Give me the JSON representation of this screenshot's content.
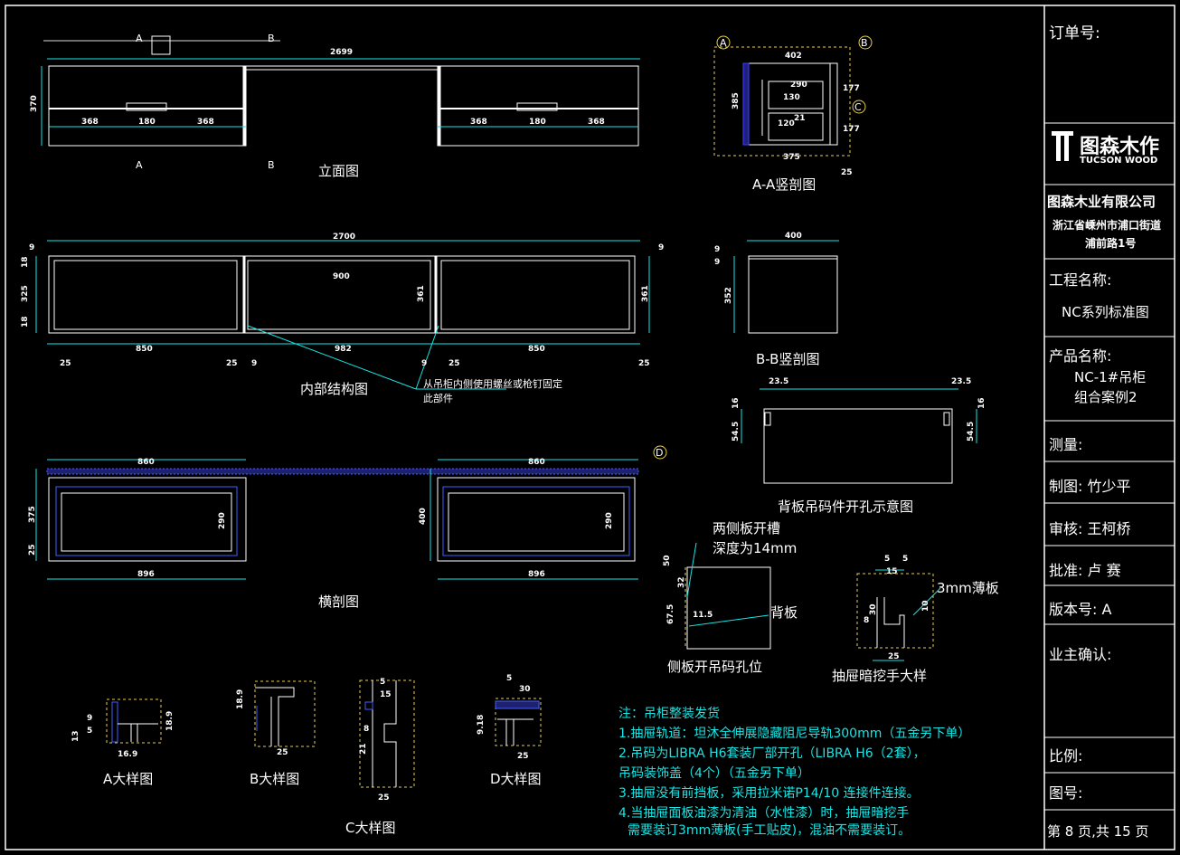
{
  "views": {
    "elevation": "立面图",
    "section_aa": "A-A竖剖图",
    "internal": "内部结构图",
    "section_bb": "B-B竖剖图",
    "hanger_holes": "背板吊码件开孔示意图",
    "cross": "横剖图",
    "side_holes": "侧板开吊码孔位",
    "handle_detail": "抽屉暗挖手大样",
    "detail_a": "A大样图",
    "detail_b": "B大样图",
    "detail_c": "C大样图",
    "detail_d": "D大样图"
  },
  "annotations": {
    "screw_note_1": "从吊柜内侧使用螺丝或枪钉固定",
    "screw_note_2": "此部件",
    "groove_1": "两侧板开槽",
    "groove_2": "深度为14mm",
    "back_panel": "背板",
    "thin_board": "3mm薄板",
    "sec_a": "A",
    "sec_b": "B",
    "sec_c": "C",
    "sec_d": "D"
  },
  "dims": {
    "e_total": "2699",
    "e_h": "370",
    "e_368a": "368",
    "e_180a": "180",
    "e_368b": "368",
    "e_368c": "368",
    "e_180b": "180",
    "e_368d": "368",
    "aa_w": "402",
    "aa_h": "385",
    "aa_290": "290",
    "aa_130": "130",
    "aa_120": "120",
    "aa_21": "21",
    "aa_177a": "177",
    "aa_177b": "177",
    "aa_375": "375",
    "aa_25": "25",
    "i_total": "2700",
    "i_900": "900",
    "i_18a": "18",
    "i_9a": "9",
    "i_325": "325",
    "i_18b": "18",
    "i_361a": "361",
    "i_361b": "361",
    "i_9b": "9",
    "i_850a": "850",
    "i_982": "982",
    "i_850b": "850",
    "i_25a": "25",
    "i_25b": "25",
    "i_9c": "9",
    "i_9d": "9",
    "i_25c": "25",
    "i_25d": "25",
    "bb_w": "400",
    "bb_h": "352",
    "bb_9a": "9",
    "bb_9b": "9",
    "h_23a": "23.5",
    "h_23b": "23.5",
    "h_16a": "16",
    "h_16b": "16",
    "h_54a": "54.5",
    "h_54b": "54.5",
    "c_860a": "860",
    "c_860b": "860",
    "c_375": "375",
    "c_25": "25",
    "c_290a": "290",
    "c_400": "400",
    "c_290b": "290",
    "c_896a": "896",
    "c_896b": "896",
    "s_50": "50",
    "s_32": "32",
    "s_67": "67.5",
    "s_11": "11.5",
    "hd_5a": "5",
    "hd_5b": "5",
    "hd_15": "15",
    "hd_8": "8",
    "hd_30": "30",
    "hd_10": "10",
    "hd_25": "25",
    "a_13": "13",
    "a_9": "9",
    "a_5": "5",
    "a_18": "18.9",
    "a_16": "16.9",
    "b_18": "18.9",
    "b_25": "25",
    "cd_5": "5",
    "cd_15": "15",
    "cd_8": "8",
    "cd_21": "21",
    "cd_25": "25",
    "d_5": "5",
    "d_30": "30",
    "d_918": "9.18",
    "d_25": "25"
  },
  "notes": {
    "title": "注：吊柜整装发货",
    "n1": "1.抽屉轨道：坦沐全伸展隐藏阻尼导轨300mm（五金另下单）",
    "n2a": "2.吊码为LIBRA H6套装厂部开孔（LIBRA H6（2套），",
    "n2b": "吊码装饰盖（4个）（五金另下单）",
    "n3": "3.抽屉没有前挡板，采用拉米诺P14/10 连接件连接。",
    "n4a": "4.当抽屉面板油漆为清油（水性漆）时，抽屉暗挖手",
    "n4b": "需要装订3mm薄板(手工贴皮)，混油不需要装订。"
  },
  "title_block": {
    "order_no": "订单号:",
    "logo_cn": "图森木作",
    "logo_en": "TUCSON WOOD",
    "company": "图森木业有限公司",
    "address_1": "浙江省嵊州市浦口街道",
    "address_2": "浦前路1号",
    "project_label": "工程名称:",
    "project_value": "NC系列标准图",
    "product_label": "产品名称:",
    "product_value_1": "NC-1#吊柜",
    "product_value_2": "组合案例2",
    "measure": "测量:",
    "drawn": "制图: 竹少平",
    "review": "审核: 王柯桥",
    "approve": "批准: 卢  赛",
    "version": "版本号:  A",
    "owner": "业主确认:",
    "scale": "比例:",
    "drawing_no": "图号:",
    "page": "第 8 页,共 15 页"
  }
}
